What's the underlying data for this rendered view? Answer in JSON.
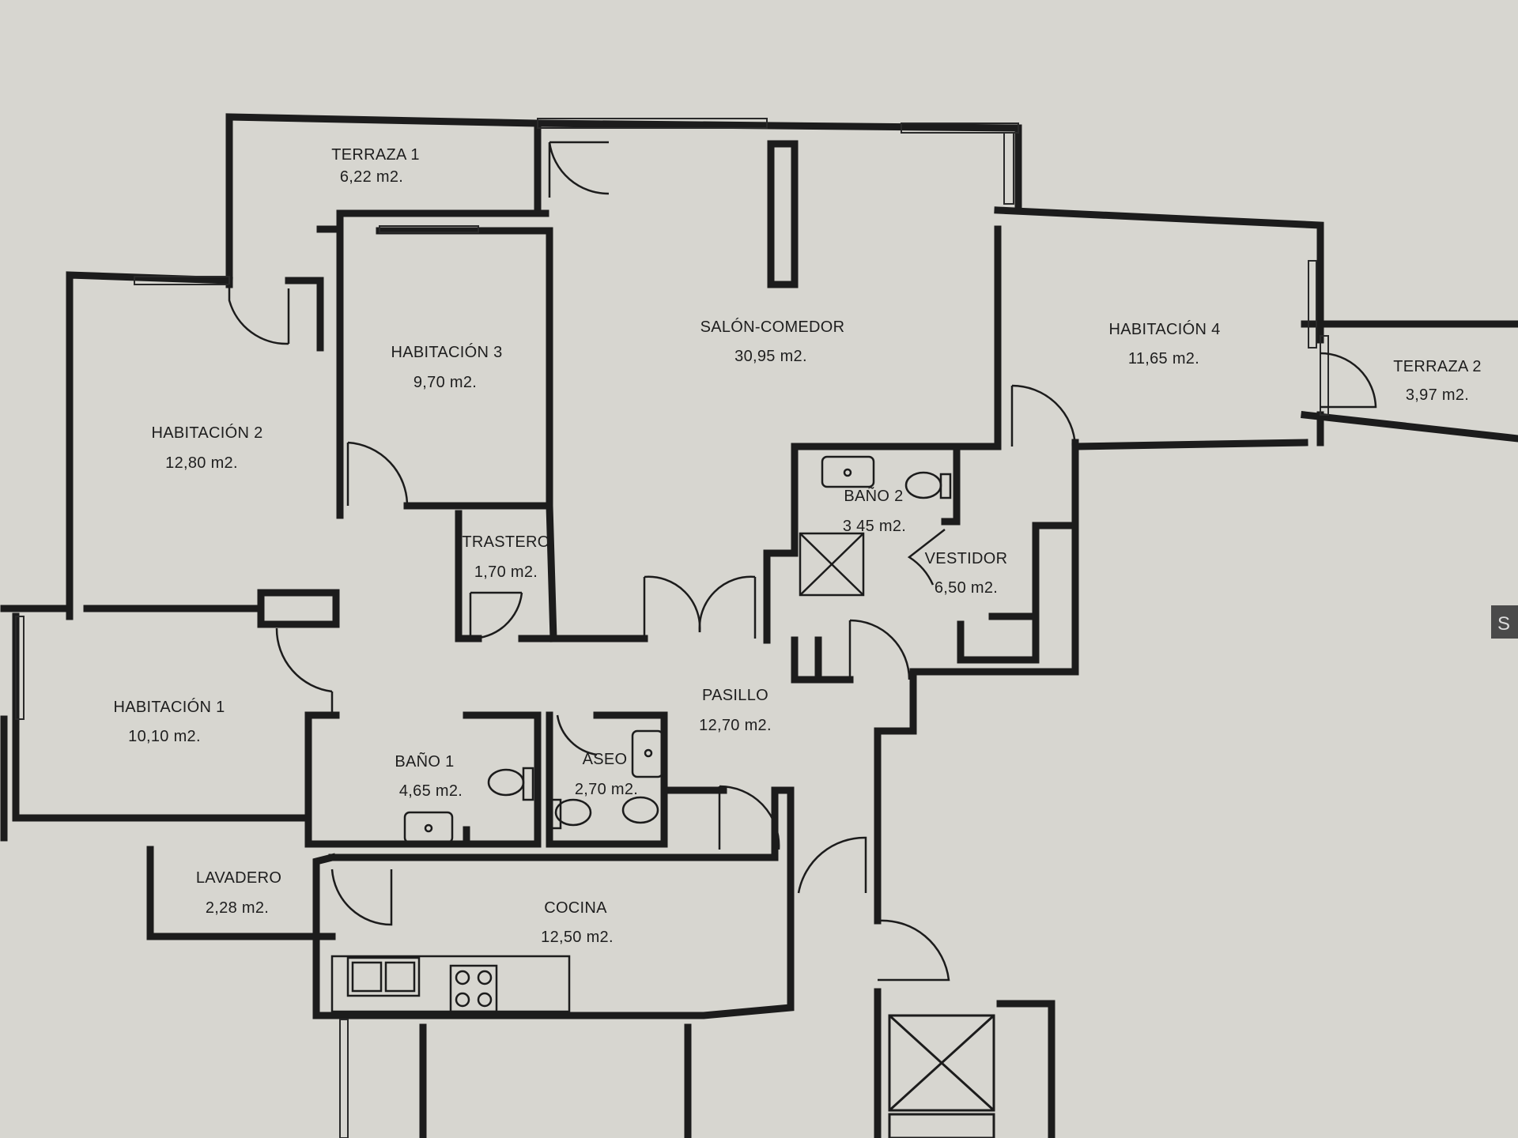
{
  "rooms": [
    {
      "id": "terraza-1",
      "name": "TERRAZA 1",
      "area": "6,22 m2."
    },
    {
      "id": "habitacion-3",
      "name": "HABITACIÓN 3",
      "area": "9,70 m2."
    },
    {
      "id": "habitacion-2",
      "name": "HABITACIÓN 2",
      "area": "12,80 m2."
    },
    {
      "id": "salon-comedor",
      "name": "SALÓN-COMEDOR",
      "area": "30,95 m2."
    },
    {
      "id": "habitacion-4",
      "name": "HABITACIÓN 4",
      "area": "11,65 m2."
    },
    {
      "id": "terraza-2",
      "name": "TERRAZA 2",
      "area": "3,97 m2."
    },
    {
      "id": "trastero",
      "name": "TRASTERO",
      "area": "1,70 m2."
    },
    {
      "id": "bano-2",
      "name": "BAÑO 2",
      "area": "3 45 m2."
    },
    {
      "id": "vestidor",
      "name": "VESTIDOR",
      "area": "6,50 m2."
    },
    {
      "id": "habitacion-1",
      "name": "HABITACIÓN 1",
      "area": "10,10 m2."
    },
    {
      "id": "pasillo",
      "name": "PASILLO",
      "area": "12,70 m2."
    },
    {
      "id": "bano-1",
      "name": "BAÑO 1",
      "area": "4,65 m2."
    },
    {
      "id": "aseo",
      "name": "ASEO",
      "area": "2,70 m2."
    },
    {
      "id": "lavadero",
      "name": "LAVADERO",
      "area": "2,28 m2."
    },
    {
      "id": "cocina",
      "name": "COCINA",
      "area": "12,50 m2."
    }
  ],
  "edge_tab": "S"
}
